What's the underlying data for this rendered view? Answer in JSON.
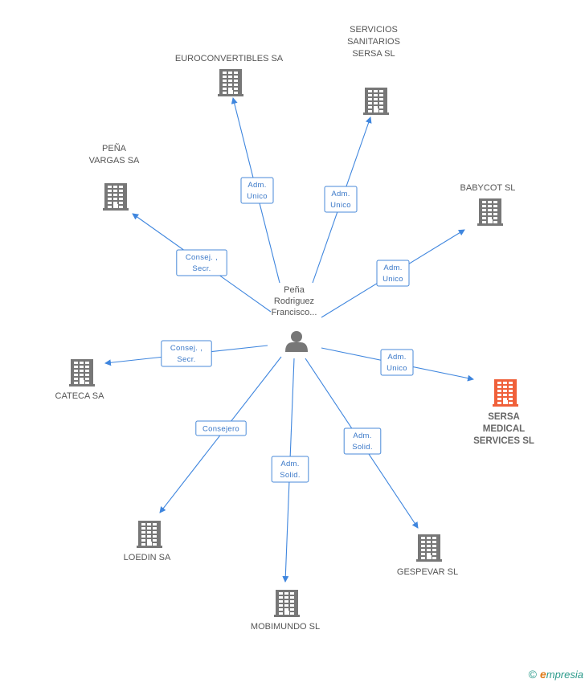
{
  "center": {
    "name_lines": [
      "Peña",
      "Rodriguez",
      "Francisco..."
    ],
    "icon": "person-icon"
  },
  "companies": [
    {
      "id": "euroconvertibles",
      "label_lines": [
        "EUROCONVERTIBLES SA"
      ],
      "highlight": false,
      "icon": "building-icon"
    },
    {
      "id": "servicios-sanitarios",
      "label_lines": [
        "SERVICIOS",
        "SANITARIOS",
        "SERSA SL"
      ],
      "highlight": false,
      "icon": "building-icon"
    },
    {
      "id": "pena-vargas",
      "label_lines": [
        "PEÑA",
        "VARGAS SA"
      ],
      "highlight": false,
      "icon": "building-icon"
    },
    {
      "id": "babycot",
      "label_lines": [
        "BABYCOT SL"
      ],
      "highlight": false,
      "icon": "building-icon"
    },
    {
      "id": "cateca",
      "label_lines": [
        "CATECA SA"
      ],
      "highlight": false,
      "icon": "building-icon"
    },
    {
      "id": "sersa-medical",
      "label_lines": [
        "SERSA",
        "MEDICAL",
        "SERVICES SL"
      ],
      "highlight": true,
      "icon": "building-icon"
    },
    {
      "id": "loedin",
      "label_lines": [
        "LOEDIN SA"
      ],
      "highlight": false,
      "icon": "building-icon"
    },
    {
      "id": "mobimundo",
      "label_lines": [
        "MOBIMUNDO SL"
      ],
      "highlight": false,
      "icon": "building-icon"
    },
    {
      "id": "gespevar",
      "label_lines": [
        "GESPEVAR SL"
      ],
      "highlight": false,
      "icon": "building-icon"
    }
  ],
  "relations": [
    {
      "target": "euroconvertibles",
      "label_lines": [
        "Adm.",
        "Unico"
      ]
    },
    {
      "target": "servicios-sanitarios",
      "label_lines": [
        "Adm.",
        "Unico"
      ]
    },
    {
      "target": "pena-vargas",
      "label_lines": [
        "Consej. ,",
        "Secr."
      ]
    },
    {
      "target": "babycot",
      "label_lines": [
        "Adm.",
        "Unico"
      ]
    },
    {
      "target": "cateca",
      "label_lines": [
        "Consej. ,",
        "Secr."
      ]
    },
    {
      "target": "sersa-medical",
      "label_lines": [
        "Adm.",
        "Unico"
      ]
    },
    {
      "target": "loedin",
      "label_lines": [
        "Consejero"
      ]
    },
    {
      "target": "mobimundo",
      "label_lines": [
        "Adm.",
        "Solid."
      ]
    },
    {
      "target": "gespevar",
      "label_lines": [
        "Adm.",
        "Solid."
      ]
    }
  ],
  "colors": {
    "edge": "#3f86de",
    "building": "#777777",
    "building_highlight": "#f0603a",
    "person": "#777777"
  },
  "footer": {
    "copyright": "©",
    "brand_first": "e",
    "brand_rest": "mpresia"
  }
}
